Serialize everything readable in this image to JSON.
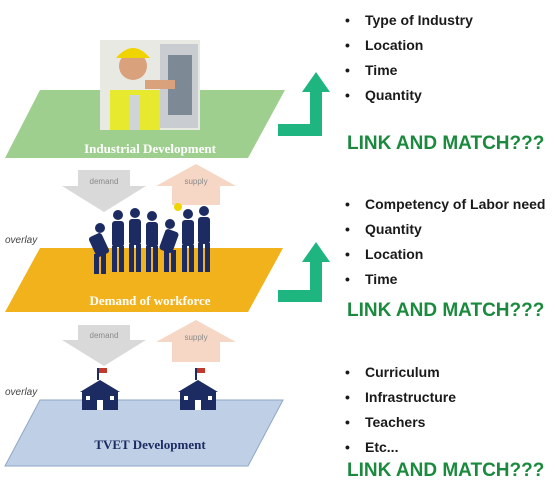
{
  "planes": {
    "industrial": "Industrial Development",
    "workforce": "Demand of workforce",
    "tvet": "TVET Development"
  },
  "arrows": {
    "demand": "demand",
    "supply": "supply"
  },
  "overlay": "overlay",
  "sections": [
    {
      "bullets": [
        "Type of Industry",
        "Location",
        "Time",
        "Quantity"
      ],
      "link": "LINK AND MATCH???"
    },
    {
      "bullets": [
        "Competency of Labor need",
        "Quantity",
        "Location",
        "Time"
      ],
      "link": "LINK AND MATCH???"
    },
    {
      "bullets": [
        "Curriculum",
        "Infrastructure",
        "Teachers",
        "Etc..."
      ],
      "link": "LINK AND MATCH???"
    }
  ],
  "colors": {
    "industrial_plane": "#9fcf8e",
    "workforce_plane": "#f2b21c",
    "tvet_plane": "#bfd0e6",
    "demand_arrow": "#d9d9d9",
    "supply_arrow": "#f6d7c5",
    "connector": "#1fb580",
    "link_text": "#1b8a3e"
  }
}
